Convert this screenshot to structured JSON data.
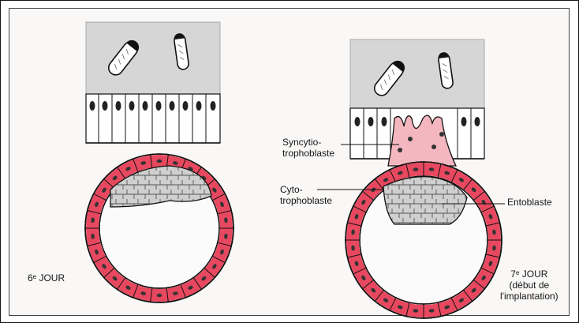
{
  "labels": {
    "syncytio_line1": "Syncytio-",
    "syncytio_line2": "trophoblaste",
    "cyto_line1": "Cyto-",
    "cyto_line2": "trophoblaste",
    "entoblaste": "Entoblaste",
    "day6": "6ᵉ JOUR",
    "day7": "7ᵉ JOUR",
    "day7_note1": "(début de",
    "day7_note2": "l'implantation)"
  },
  "colors": {
    "trophoblast": "#e8485f",
    "syncytio": "#f4b7bf",
    "inner_mass": "#c9c9c9",
    "stroma": "#d6d6d6",
    "epithelium": "#ffffff",
    "outline": "#1a1a1a"
  }
}
